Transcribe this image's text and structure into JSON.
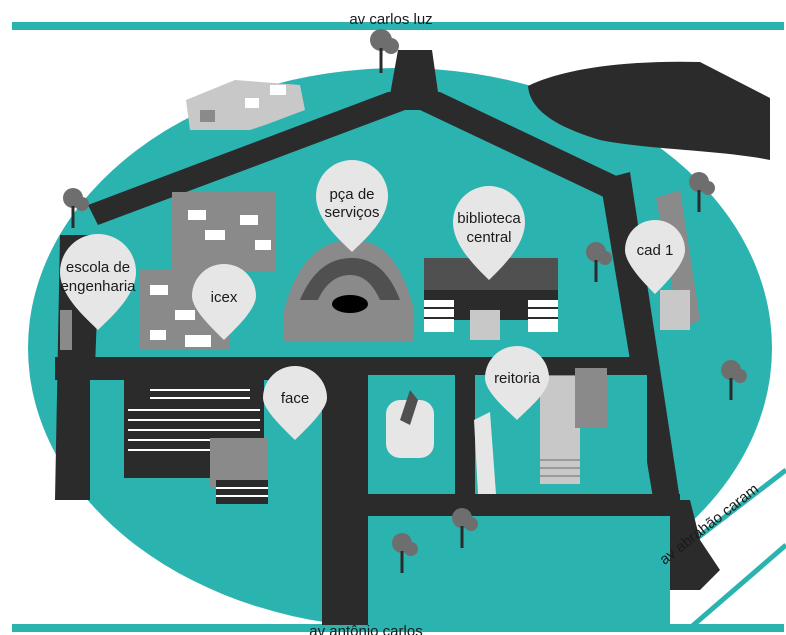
{
  "streets": {
    "top": "av carlos luz",
    "bottom": "av antônio carlos",
    "diagonal": "av abrahão caram"
  },
  "places": [
    {
      "key": "praca",
      "lines": [
        "pça de",
        "serviços"
      ]
    },
    {
      "key": "biblioteca",
      "lines": [
        "biblioteca",
        "central"
      ]
    },
    {
      "key": "cad1",
      "lines": [
        "cad 1"
      ]
    },
    {
      "key": "escola",
      "lines": [
        "escola de",
        "engenharia"
      ]
    },
    {
      "key": "icex",
      "lines": [
        "icex"
      ]
    },
    {
      "key": "face",
      "lines": [
        "face"
      ]
    },
    {
      "key": "reitoria",
      "lines": [
        "reitoria"
      ]
    }
  ],
  "colors": {
    "grass": "#2bb3b0",
    "road": "#2b2b2b",
    "pin": "#e6e6e6",
    "building_dark": "#505050",
    "building_mid": "#8a8a8a",
    "building_light": "#c8c8c8",
    "tree": "#6e6e6e"
  },
  "icons": [
    "tree-icon",
    "location-pin-icon"
  ]
}
